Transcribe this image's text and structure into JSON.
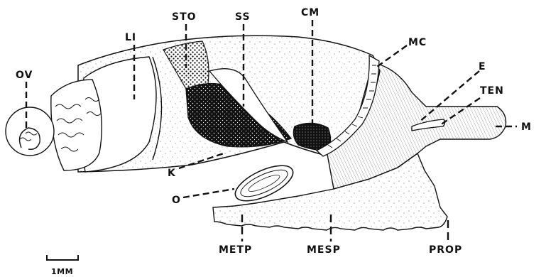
{
  "labels": {
    "ov": "OV",
    "li": "LI",
    "sto": "STO",
    "ss": "SS",
    "cm": "CM",
    "mc": "MC",
    "e": "E",
    "ten": "TEN",
    "m": "M",
    "k": "K",
    "o": "O",
    "metp": "METP",
    "mesp": "MESP",
    "prop": "PROP"
  },
  "scale_bar": {
    "label": "1MM"
  },
  "colors": {
    "ink": "#111111",
    "paper": "#ffffff"
  }
}
